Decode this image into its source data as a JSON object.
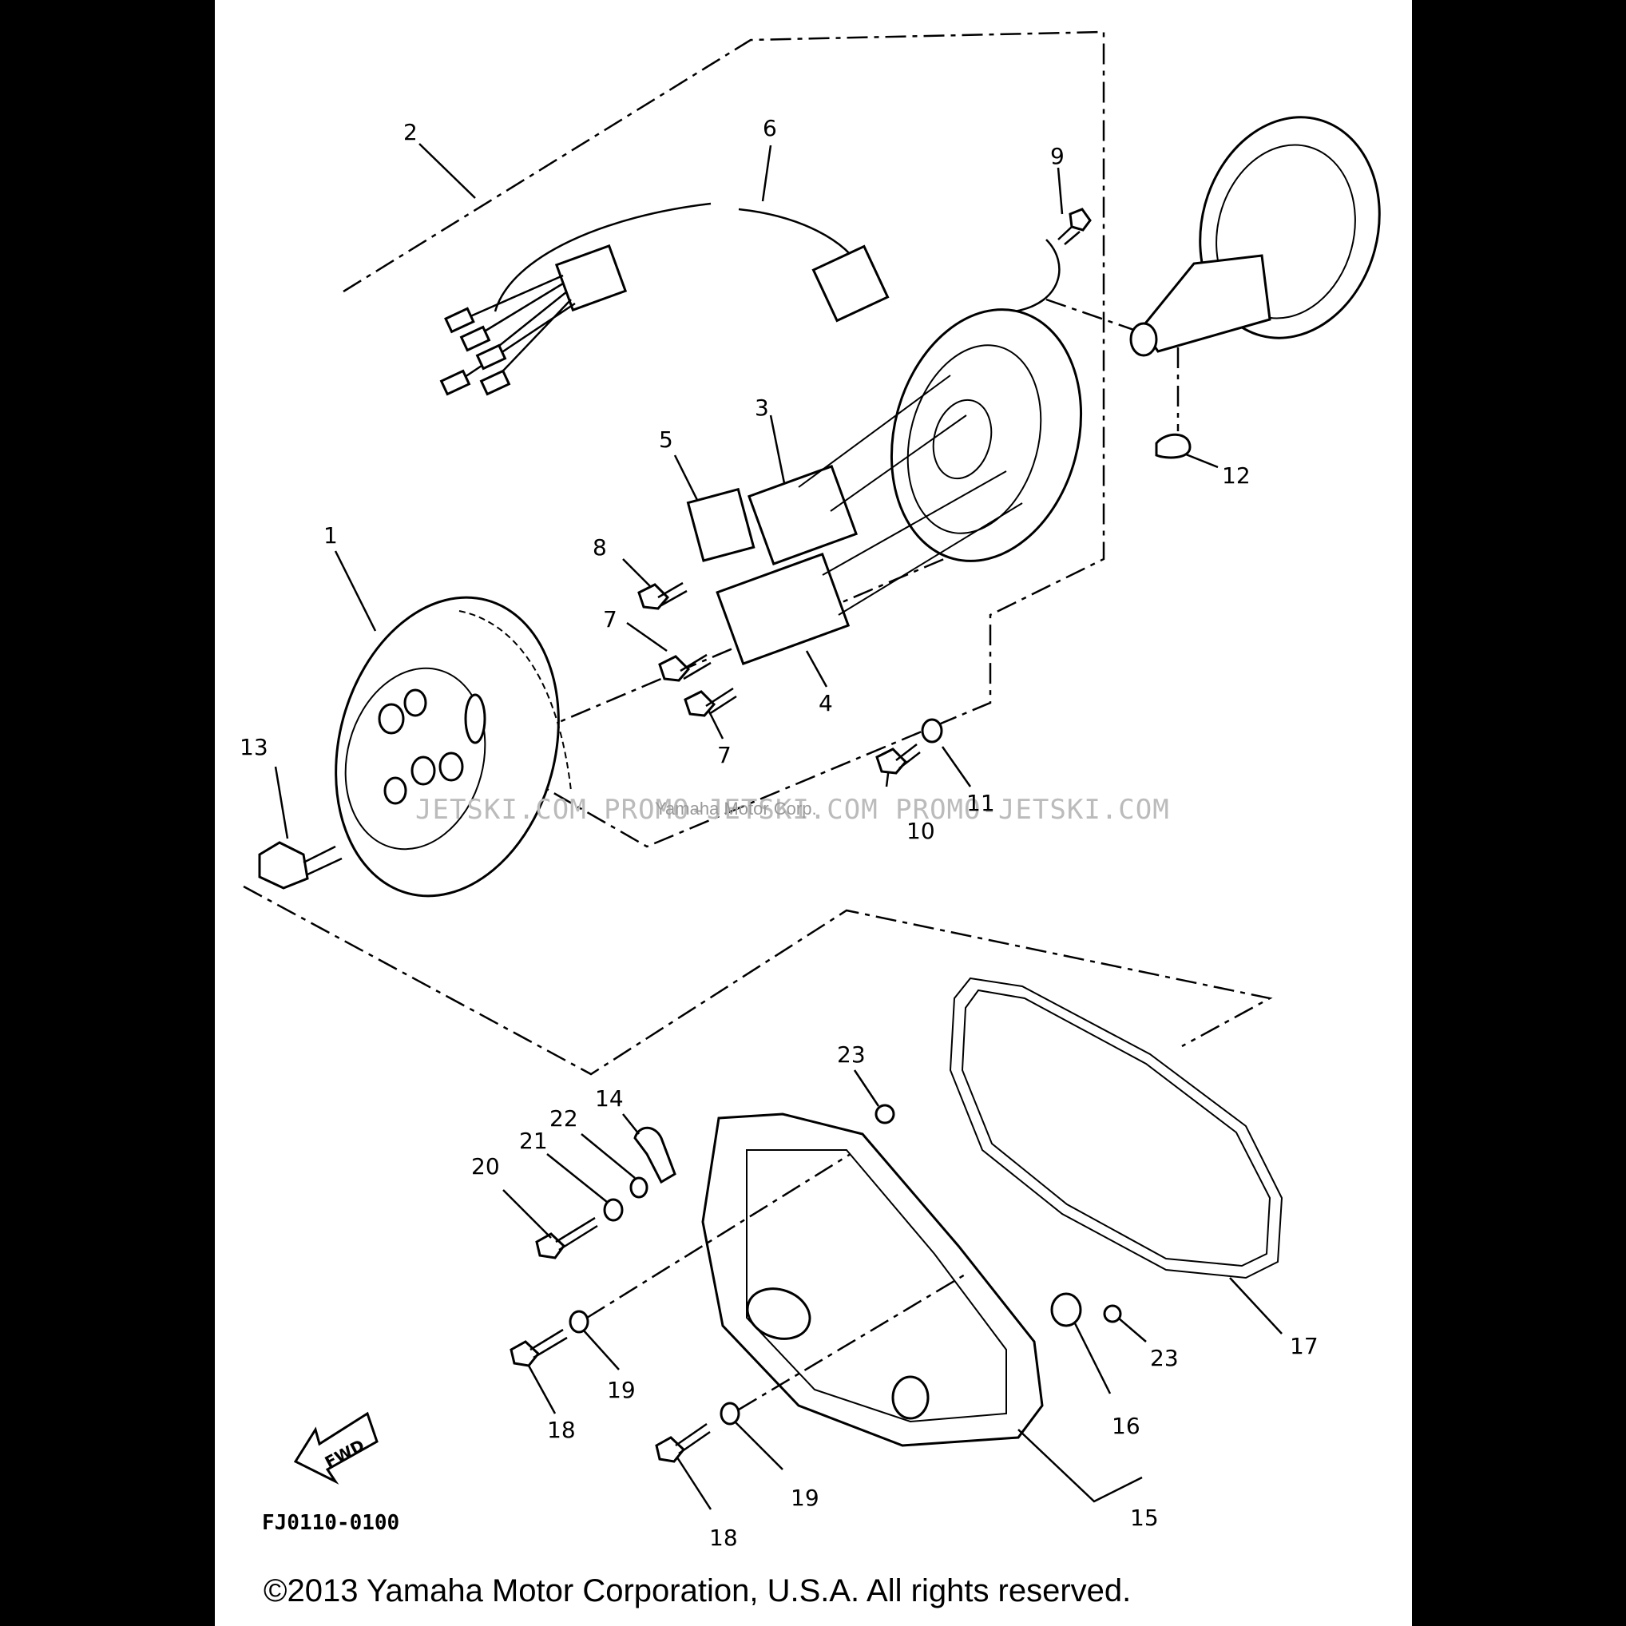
{
  "copyright": "©2013 Yamaha Motor Corporation, U.S.A. All rights reserved.",
  "diagram_code": "FJ0110-0100",
  "fwd_label": "FWD",
  "watermark_main": "JETSKI.COM   PROMO-JETSKI.COM   PROMO-JETSKI.COM",
  "watermark_small": "Yamaha Motor Corp.",
  "callouts": {
    "c1": "1",
    "c2": "2",
    "c3": "3",
    "c4": "4",
    "c5": "5",
    "c6": "6",
    "c7a": "7",
    "c7b": "7",
    "c8": "8",
    "c9": "9",
    "c10": "10",
    "c11": "11",
    "c12": "12",
    "c13": "13",
    "c14": "14",
    "c15": "15",
    "c16": "16",
    "c17": "17",
    "c18a": "18",
    "c18b": "18",
    "c19a": "19",
    "c19b": "19",
    "c20": "20",
    "c21": "21",
    "c22": "22",
    "c23a": "23",
    "c23b": "23"
  }
}
